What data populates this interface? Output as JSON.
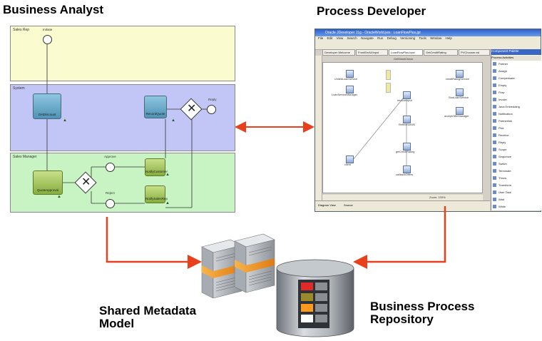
{
  "headings": {
    "business_analyst": "Business Analyst",
    "process_developer": "Process Developer",
    "shared_metadata_model": "Shared Metadata\nModel",
    "business_process_repository": "Business Process\nRepository"
  },
  "bpmn": {
    "lanes": [
      {
        "title": "Sales Rep",
        "color": "#fbfbd0"
      },
      {
        "title": "System",
        "color": "#c2c6f6"
      },
      {
        "title": "Sales Manager",
        "color": "#c8f4c4"
      }
    ],
    "start_label": "Initiate",
    "tasks": {
      "get_discount": "GetDiscount",
      "record_quote": "RecordQuote",
      "quote_approval": "QuoteApproval",
      "notify_customer": "NotifyCustomer",
      "notify_sales_rep": "NotifySalesRep"
    },
    "events": {
      "reply": "Reply",
      "approve": "Approve",
      "reject": "Reject"
    }
  },
  "jdev": {
    "title": "Oracle JDeveloper 11g - OracleWorld.jws : LoanFlowPlus.jpr",
    "menu": [
      "File",
      "Edit",
      "View",
      "Search",
      "Navigate",
      "Run",
      "Debug",
      "Versioning",
      "Tools",
      "Window",
      "Help"
    ],
    "tabs": [
      "Developer Welcome",
      "FrontEndUIInput",
      "LoanFlowPlus.bpel",
      "GetCreditRating",
      "PVChooser.xsl"
    ],
    "canvas_header": "GetStreetCheck",
    "left_nodes": [
      "UnitedLoanService",
      "LoanServiceManager",
      "client"
    ],
    "center_nodes": [
      "receiveInput",
      "ReferenceDB",
      "getCreditRating",
      "callbackOffers"
    ],
    "right_nodes": [
      "creditRatingService",
      "StarLoanService",
      "acceptOfferManager"
    ],
    "status": "Zoom: 100%",
    "bottom_tabs": [
      "Diagram View",
      "Source"
    ],
    "palette_title": "Component Palette",
    "palette_sub": "Process Activities",
    "palette_items": [
      "Partner",
      "Assign",
      "Compensate",
      "Empty",
      "Flow",
      "Invoke",
      "Java Embedding",
      "Notification",
      "Partnerlink",
      "Pick",
      "Receive",
      "Reply",
      "Scope",
      "Sequence",
      "Switch",
      "Terminate",
      "Throw",
      "Transform",
      "User Task",
      "Wait",
      "While"
    ]
  },
  "colors": {
    "arrow": "#e8401c",
    "connector": "#cc2222"
  }
}
